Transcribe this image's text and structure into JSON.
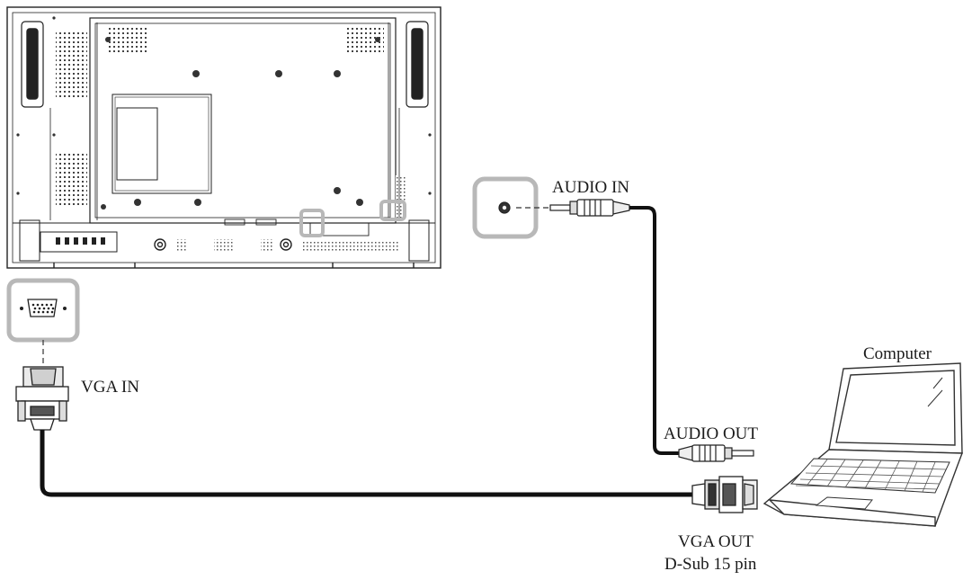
{
  "labels": {
    "audio_in": "AUDIO IN",
    "vga_in": "VGA IN",
    "computer": "Computer",
    "audio_out": "AUDIO OUT",
    "vga_out": "VGA OUT",
    "dsub": "D-Sub 15 pin"
  },
  "colors": {
    "line": "#222222",
    "highlight": "#b8b8b8",
    "cable": "#111111"
  }
}
